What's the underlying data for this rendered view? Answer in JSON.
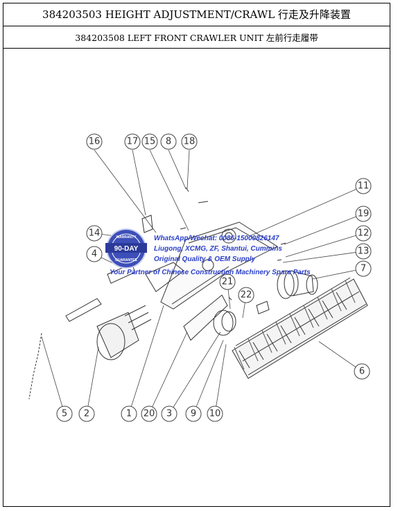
{
  "header": {
    "title": "384203503 HEIGHT ADJUSTMENT/CRAWL 行走及升降装置",
    "subtitle": "384203508 LEFT FRONT CRAWLER UNIT 左前行走履带"
  },
  "callouts": [
    "1",
    "2",
    "3",
    "4",
    "5",
    "6",
    "7",
    "8",
    "9",
    "10",
    "11",
    "12",
    "13",
    "14",
    "15",
    "16",
    "17",
    "18",
    "19",
    "20",
    "21",
    "22"
  ],
  "watermark": {
    "badge_top": "WARRANTY",
    "badge_mid": "90-DAY",
    "badge_bottom": "GUARANTEE",
    "line1": "WhatsApp/Wechat: 0086-15000826147",
    "line2": "Liugong, XCMG, ZF, Shantui, Cummins",
    "line3": "Original Quality & OEM Supply",
    "line4": "Your Partner of Chinese Construction Machinery Spare Parts"
  },
  "colors": {
    "line": "#333333",
    "watermark": "#2b3fc8",
    "badge": "#3d4fb8"
  }
}
